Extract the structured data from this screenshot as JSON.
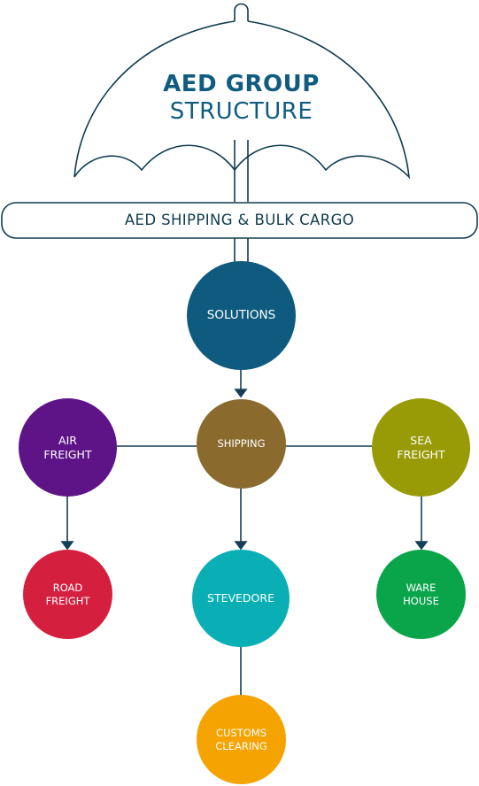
{
  "title": {
    "line1": "AED GROUP",
    "line2": "STRUCTURE"
  },
  "banner": {
    "label": "AED SHIPPING & BULK CARGO"
  },
  "nodes": {
    "solutions": {
      "label": "SOLUTIONS",
      "color": "#0f5b7f"
    },
    "shipping": {
      "label": "SHIPPING",
      "color": "#8a6a2d"
    },
    "air_freight": {
      "label": "AIR\nFREIGHT",
      "color": "#5e1487"
    },
    "sea_freight": {
      "label": "SEA\nFREIGHT",
      "color": "#989a06"
    },
    "road_freight": {
      "label": "ROAD\nFREIGHT",
      "color": "#d41f3f"
    },
    "stevedore": {
      "label": "STEVEDORE",
      "color": "#0aafb6"
    },
    "ware_house": {
      "label": "WARE\nHOUSE",
      "color": "#0aa54a"
    },
    "customs_clearing": {
      "label": "CUSTOMS\nCLEARING",
      "color": "#f5a300"
    }
  },
  "colors": {
    "outline": "#0f3b4f",
    "connector": "#123f57"
  }
}
